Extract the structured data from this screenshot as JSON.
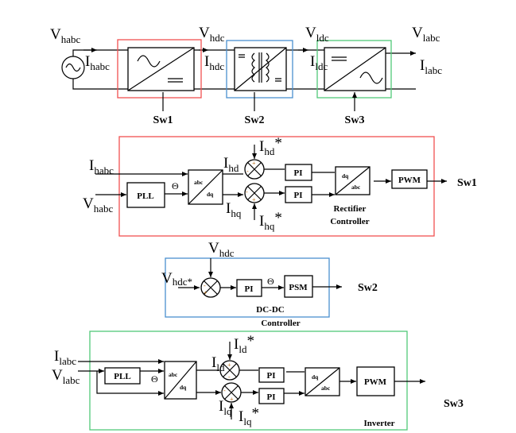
{
  "colors": {
    "rectifier": "#f05050",
    "dcdc": "#4a90d0",
    "inverter": "#50c878"
  },
  "power_stage": {
    "vhabc": {
      "main": "V",
      "sub": "habc"
    },
    "ihabc": {
      "main": "I",
      "sub": "habc"
    },
    "vhdc": {
      "main": "V",
      "sub": "hdc"
    },
    "ihdc": {
      "main": "I",
      "sub": "hdc"
    },
    "vldc": {
      "main": "V",
      "sub": "ldc"
    },
    "ildc": {
      "main": "I",
      "sub": "ldc"
    },
    "vlabc": {
      "main": "V",
      "sub": "labc"
    },
    "ilabc": {
      "main": "I",
      "sub": "labc"
    },
    "sw1": "Sw1",
    "sw2": "Sw2",
    "sw3": "Sw3"
  },
  "rectifier": {
    "ihabc": {
      "main": "I",
      "sub": "habc"
    },
    "vhabc": {
      "main": "V",
      "sub": "habc"
    },
    "pll": "PLL",
    "theta": "Θ",
    "abc": "abc",
    "dq": "dq",
    "ihd": {
      "main": "I",
      "sub": "hd"
    },
    "ihq": {
      "main": "I",
      "sub": "hq"
    },
    "ihd_ref": {
      "main": "I",
      "sub": "hd",
      "star": "*"
    },
    "ihq_ref": {
      "main": "I",
      "sub": "hq",
      "star": "*"
    },
    "pi": "PI",
    "pwm": "PWM",
    "out": "Sw1",
    "title1": "Rectifier",
    "title2": "Controller"
  },
  "dcdc": {
    "vhdc": {
      "main": "V",
      "sub": "hdc"
    },
    "vhdc_ref": {
      "main": "V",
      "sub": "hdc*"
    },
    "pi": "PI",
    "theta": "Θ",
    "psm": "PSM",
    "out": "Sw2",
    "title1": "DC-DC",
    "title2": "Controller"
  },
  "inverter": {
    "ilabc": {
      "main": "I",
      "sub": "labc"
    },
    "vlabc": {
      "main": "V",
      "sub": "labc"
    },
    "pll": "PLL",
    "theta": "Θ",
    "abc": "abc",
    "dq": "dq",
    "ild": {
      "main": "I",
      "sub": "ld"
    },
    "ilq": {
      "main": "I",
      "sub": "lq"
    },
    "ild_ref": {
      "main": "I",
      "sub": "ld",
      "star": "*"
    },
    "ilq_ref": {
      "main": "I",
      "sub": "lq",
      "star": "*"
    },
    "pi": "PI",
    "pwm": "PWM",
    "out": "Sw3",
    "title": "Inverter"
  },
  "signs": {
    "plus": "+",
    "minus": "-"
  }
}
